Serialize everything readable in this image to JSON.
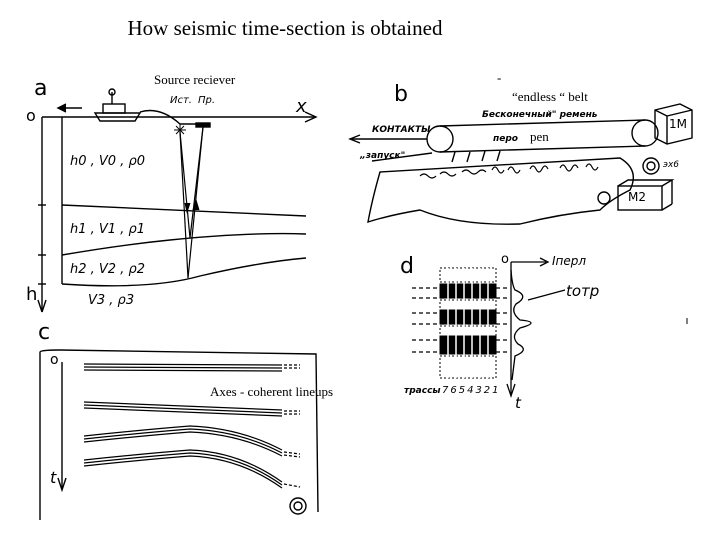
{
  "title": "How seismic time-section is obtained",
  "annotations": {
    "source_receiver": "Source  reciever",
    "endless_belt": "“endless “ belt",
    "pen": "pen",
    "axes_lineups": "Axes - coherent lineups",
    "dash_mark": "-"
  },
  "panel_a": {
    "letter": "a",
    "origin": "o",
    "x_axis": "x",
    "depth_axis": "h",
    "source_label": "Ист.",
    "receiver_label": "Пр.",
    "layers": [
      "h0 , V0 , ρ0",
      "h1 , V1 , ρ1",
      "h2 , V2 , ρ2",
      "V3 , ρ3"
    ]
  },
  "panel_b": {
    "letter": "b",
    "belt_label": "Бесконечный\" ремень",
    "contacts": "КОНТАКТЫ",
    "pen_label": "перо",
    "launch": "„запуск\"",
    "motor1": "1M",
    "motor2": "M2",
    "exb": "эх6"
  },
  "panel_c": {
    "letter": "c",
    "origin": "o",
    "time_axis": "t"
  },
  "panel_d": {
    "letter": "d",
    "origin": "o",
    "i_label": "Iперл",
    "t_label": "tотр",
    "time_axis": "t",
    "traces_label": "трассы",
    "trace_numbers": "7654321"
  }
}
